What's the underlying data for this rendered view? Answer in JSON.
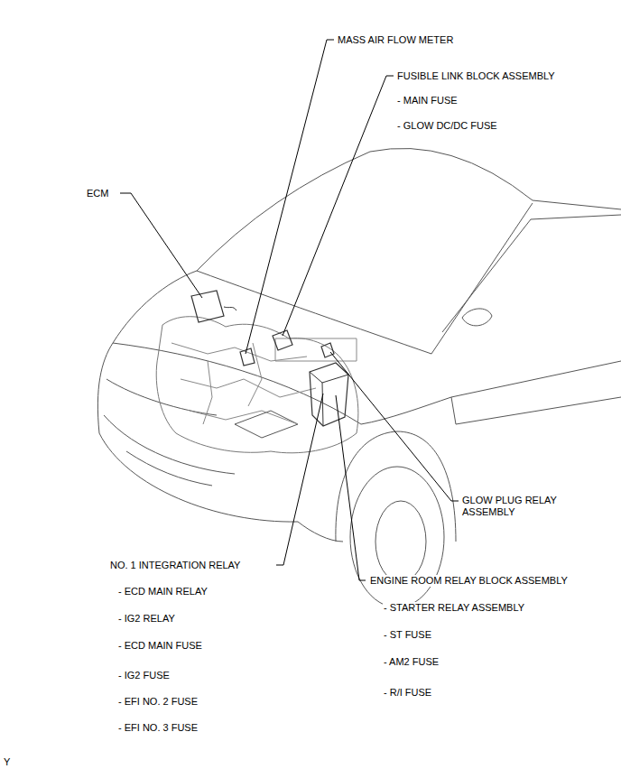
{
  "diagram": {
    "labels": [
      "MASS AIR FLOW METER",
      "FUSIBLE LINK BLOCK ASSEMBLY",
      "- MAIN FUSE",
      "- GLOW DC/DC FUSE",
      "ECM",
      "GLOW PLUG RELAY ASSEMBLY",
      "NO. 1 INTEGRATION RELAY",
      "- ECD MAIN RELAY",
      "- IG2 RELAY",
      "- ECD MAIN FUSE",
      "- IG2 FUSE",
      "- EFI NO. 2 FUSE",
      "- EFI NO. 3 FUSE",
      "ENGINE ROOM RELAY BLOCK ASSEMBLY",
      "- STARTER RELAY ASSEMBLY",
      "- ST FUSE",
      "- AM2 FUSE",
      "- R/I FUSE",
      "Y"
    ]
  }
}
